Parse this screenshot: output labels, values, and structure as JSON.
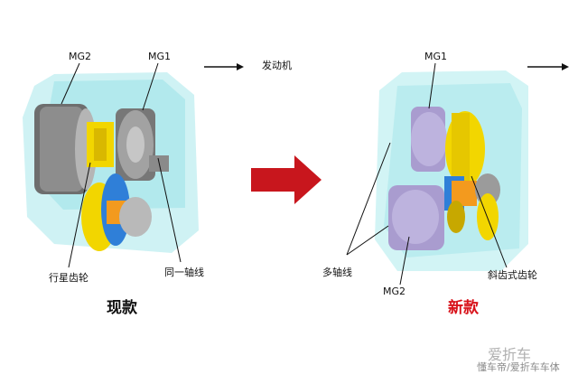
{
  "left": {
    "mg2": "MG2",
    "mg1": "MG1",
    "engine": "发动机",
    "planetary_gear": "行星齿轮",
    "same_axis": "同一轴线",
    "caption": "现款"
  },
  "right": {
    "mg1": "MG1",
    "multi_axis": "多轴线",
    "mg2": "MG2",
    "helical_gear": "斜齿式齿轮",
    "caption": "新款"
  },
  "watermark": {
    "logo": "爱折车",
    "text": "懂车帝/爱折车车体"
  },
  "colors": {
    "arrow_red": "#c8161d",
    "caption_new": "#d8121a",
    "housing": "#9fe2e8",
    "motor_purple": "#a99ccf",
    "gear_yellow": "#f2d600",
    "gear_blue": "#2f7fd8",
    "gear_orange": "#f39a1e"
  }
}
